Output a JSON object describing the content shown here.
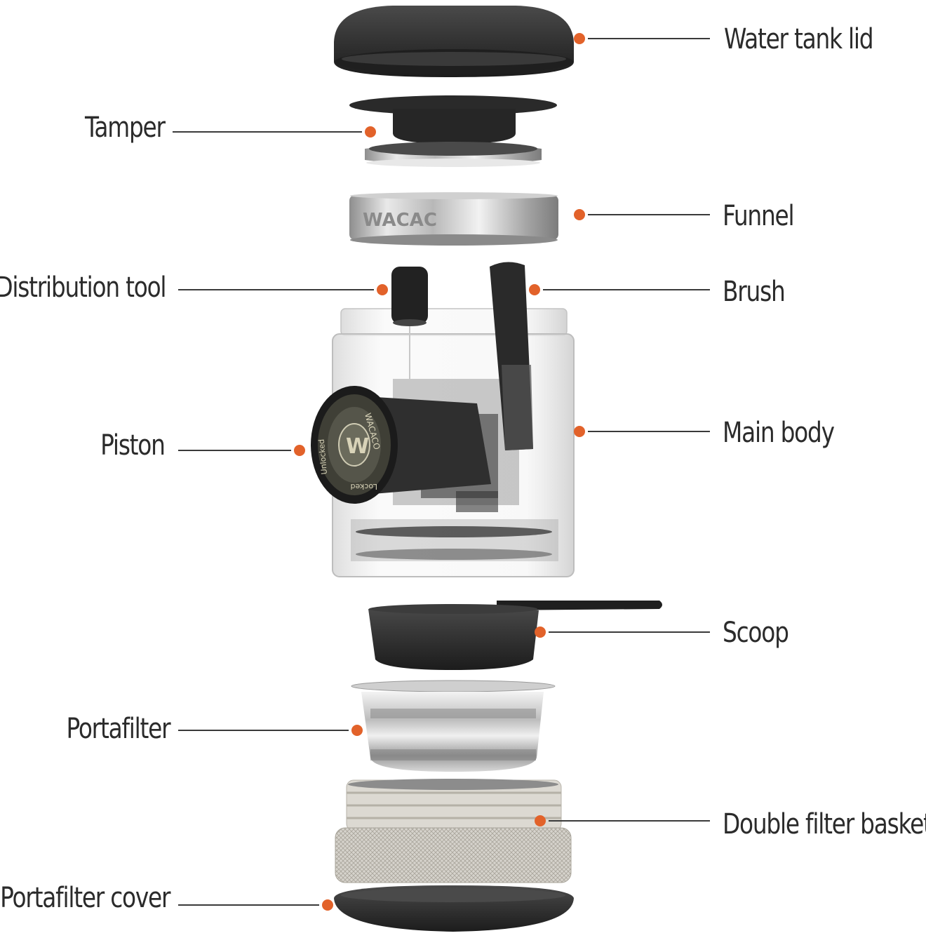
{
  "colors": {
    "leader_dot": "#e2622a",
    "leader_line": "#3a3a3a",
    "label_text": "#2b2b2b"
  },
  "parts": [
    {
      "id": "water-tank-lid",
      "label": "Water tank lid"
    },
    {
      "id": "tamper",
      "label": "Tamper"
    },
    {
      "id": "funnel",
      "label": "Funnel"
    },
    {
      "id": "distribution-tool",
      "label": "Distribution tool"
    },
    {
      "id": "brush",
      "label": "Brush"
    },
    {
      "id": "piston",
      "label": "Piston"
    },
    {
      "id": "main-body",
      "label": "Main body"
    },
    {
      "id": "scoop",
      "label": "Scoop"
    },
    {
      "id": "portafilter",
      "label": "Portafilter"
    },
    {
      "id": "double-filter-basket",
      "label": "Double filter basket"
    },
    {
      "id": "portafilter-cover",
      "label": "Portafilter cover"
    }
  ],
  "product_marks": {
    "funnel_brand": "WACAC",
    "piston_brand": "WACACO",
    "piston_unlocked": "Unlocked",
    "piston_locked": "Locked"
  }
}
